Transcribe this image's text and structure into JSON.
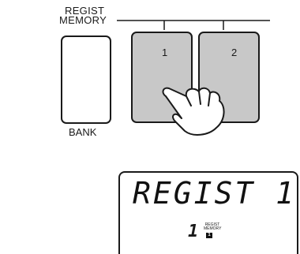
{
  "panel": {
    "group_label_line1": "REGIST",
    "group_label_line2": "MEMORY",
    "bank_label": "BANK",
    "memory_buttons": [
      {
        "label": "1",
        "state": "pressed"
      },
      {
        "label": "2",
        "state": "idle"
      }
    ],
    "colors": {
      "memory_button_fill": "#c8c8c8",
      "outline": "#1a1a1a"
    }
  },
  "display": {
    "main_text": "REGIST 1",
    "indicator_label_line1": "REGIST",
    "indicator_label_line2": "MEMORY",
    "indicator_bank_digit": "1",
    "indicator_box_value": "1"
  },
  "icons": {
    "hand": "pointing-hand-icon"
  }
}
